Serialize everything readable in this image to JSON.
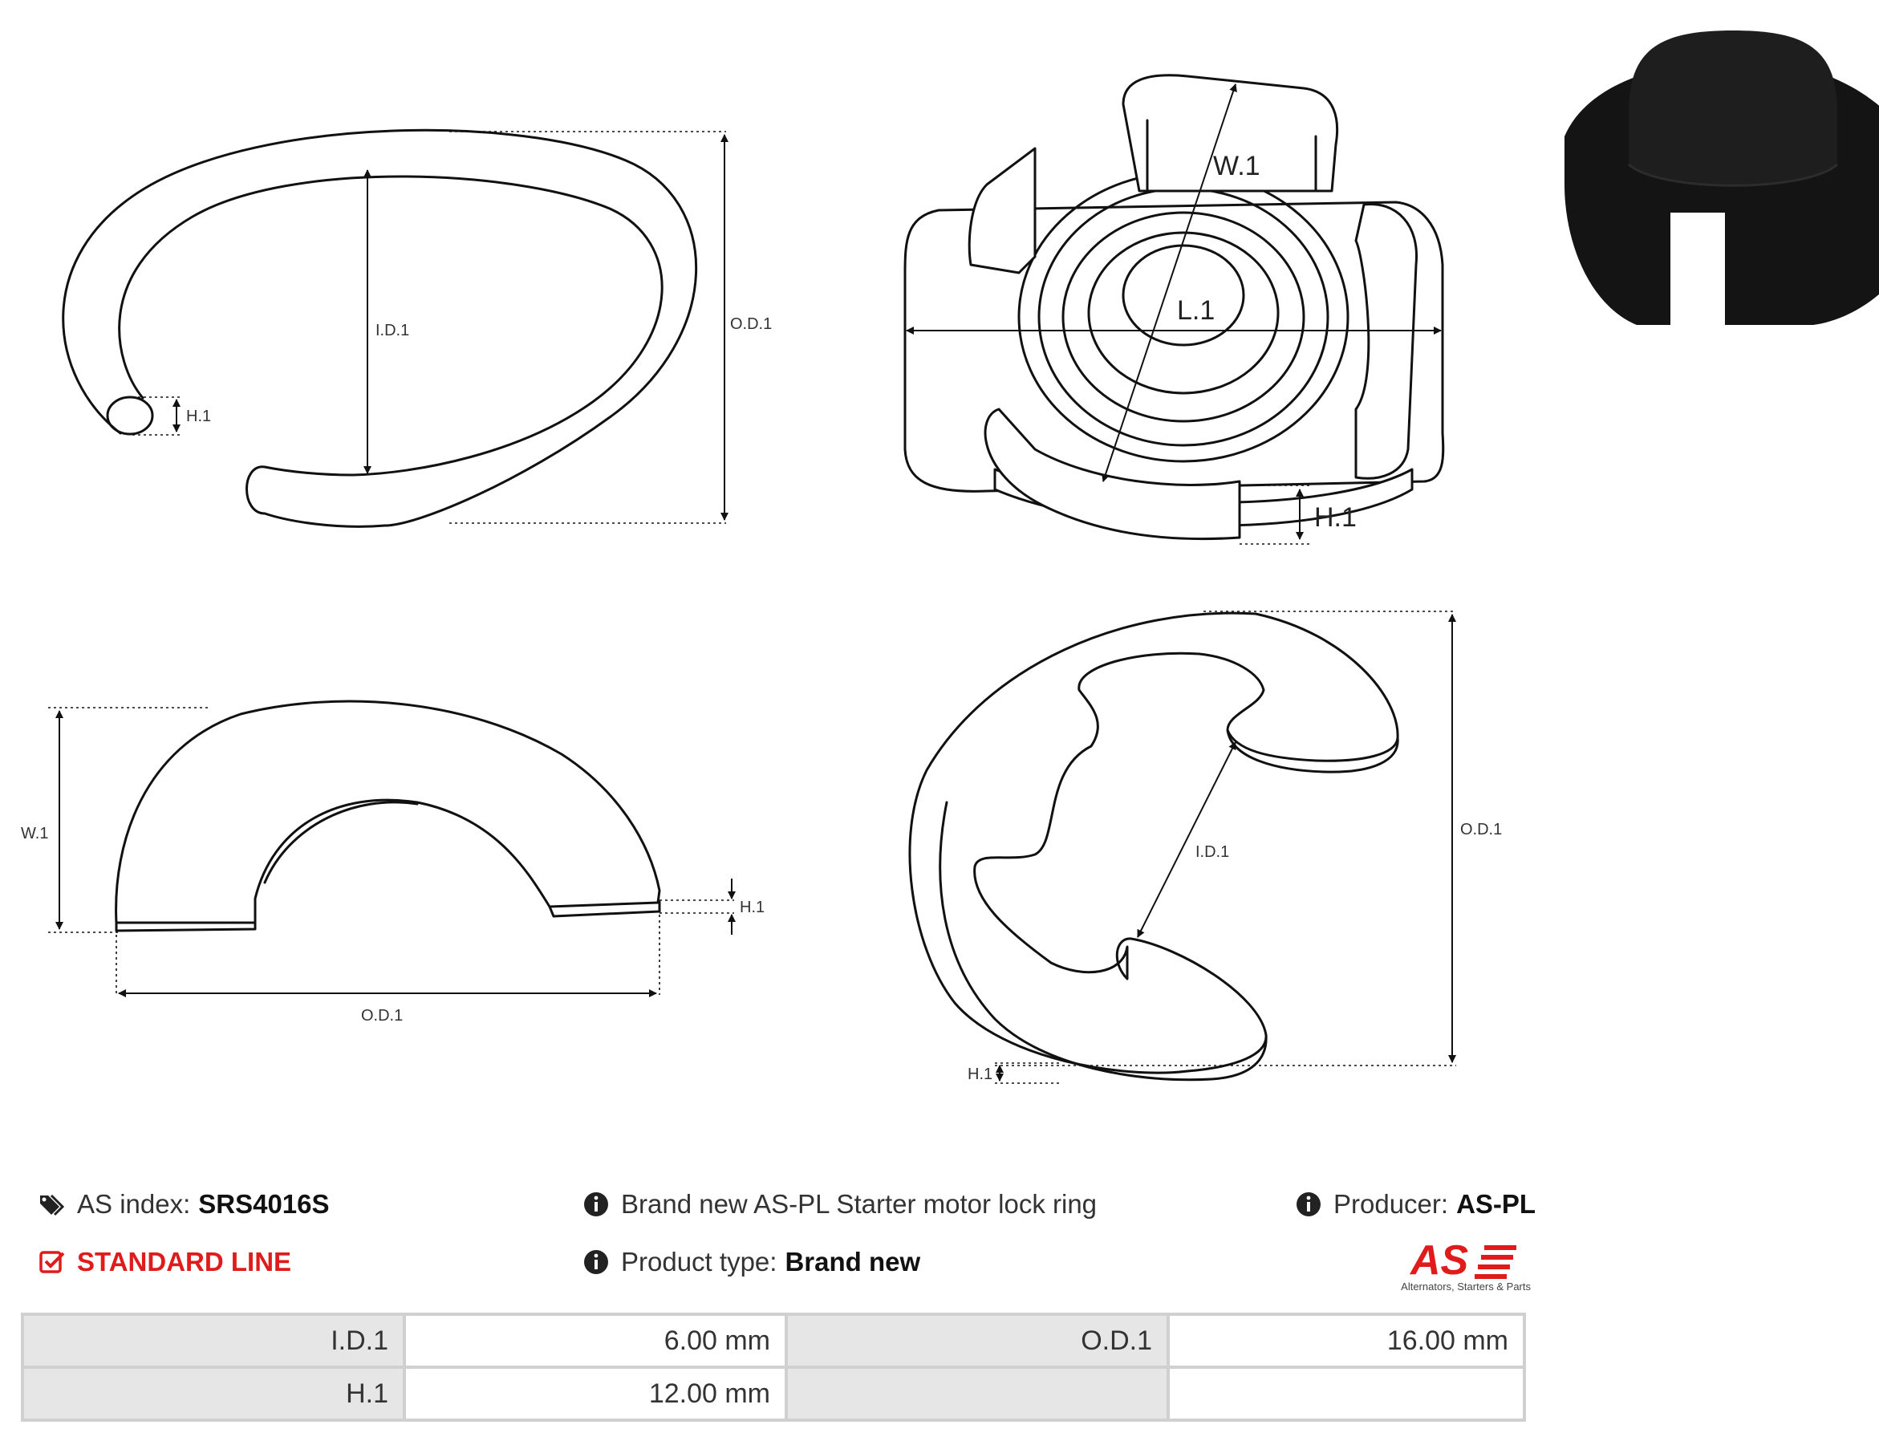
{
  "drawings": {
    "ring_labels": {
      "id": "I.D.1",
      "od": "O.D.1",
      "h": "H.1"
    },
    "ring_3d_labels": {
      "w": "W.1",
      "l": "L.1",
      "h": "H.1"
    },
    "side_labels": {
      "w": "W.1",
      "h": "H.1",
      "od": "O.D.1"
    },
    "clip_labels": {
      "id": "I.D.1",
      "od": "O.D.1",
      "h": "H.1"
    }
  },
  "info": {
    "as_index_label": "AS index:",
    "as_index_value": "SRS4016S",
    "standard_line": "STANDARD LINE",
    "description": "Brand new AS-PL Starter motor lock ring",
    "product_type_label": "Product type:",
    "product_type_value": "Brand new",
    "producer_label": "Producer:",
    "producer_value": "AS-PL"
  },
  "brand": {
    "logo_text": "AS",
    "tagline": "Alternators, Starters & Parts",
    "color": "#e01b1b"
  },
  "specs": {
    "rows": [
      {
        "k1": "I.D.1",
        "v1": "6.00 mm",
        "k2": "O.D.1",
        "v2": "16.00 mm"
      },
      {
        "k1": "H.1",
        "v1": "12.00 mm",
        "k2": "",
        "v2": ""
      }
    ]
  }
}
